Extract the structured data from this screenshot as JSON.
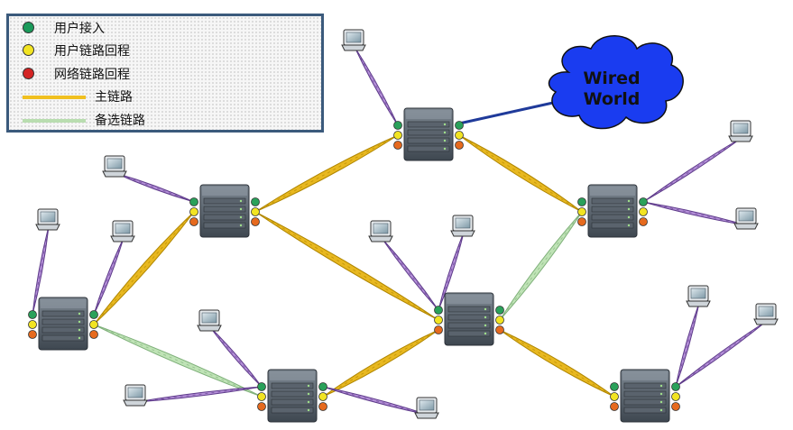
{
  "legend": {
    "items": [
      {
        "label": "用户接入",
        "kind": "dot",
        "color": "#1a9a5a"
      },
      {
        "label": "用户链路回程",
        "kind": "dot",
        "color": "#f2e422"
      },
      {
        "label": "网络链路回程",
        "kind": "dot",
        "color": "#d42424"
      },
      {
        "label": "主链路",
        "kind": "line",
        "color": "#f0c020"
      },
      {
        "label": "备选链路",
        "kind": "line",
        "color": "#b9ddb0"
      }
    ]
  },
  "cloud": {
    "line1": "Wired",
    "line2": "World",
    "color": "#1a3cf0"
  },
  "colors": {
    "main_link": "#e8b820",
    "main_link_dark": "#b08600",
    "backup_link": "#bfe3b6",
    "backup_link_dark": "#7fb07a",
    "user_link": "#b48fd8",
    "user_link_dark": "#5e3b8a",
    "uplink": "#1f3a9a",
    "led_green": "#2aa15a",
    "led_yellow": "#f2e422",
    "led_orange": "#e66a1e"
  }
}
